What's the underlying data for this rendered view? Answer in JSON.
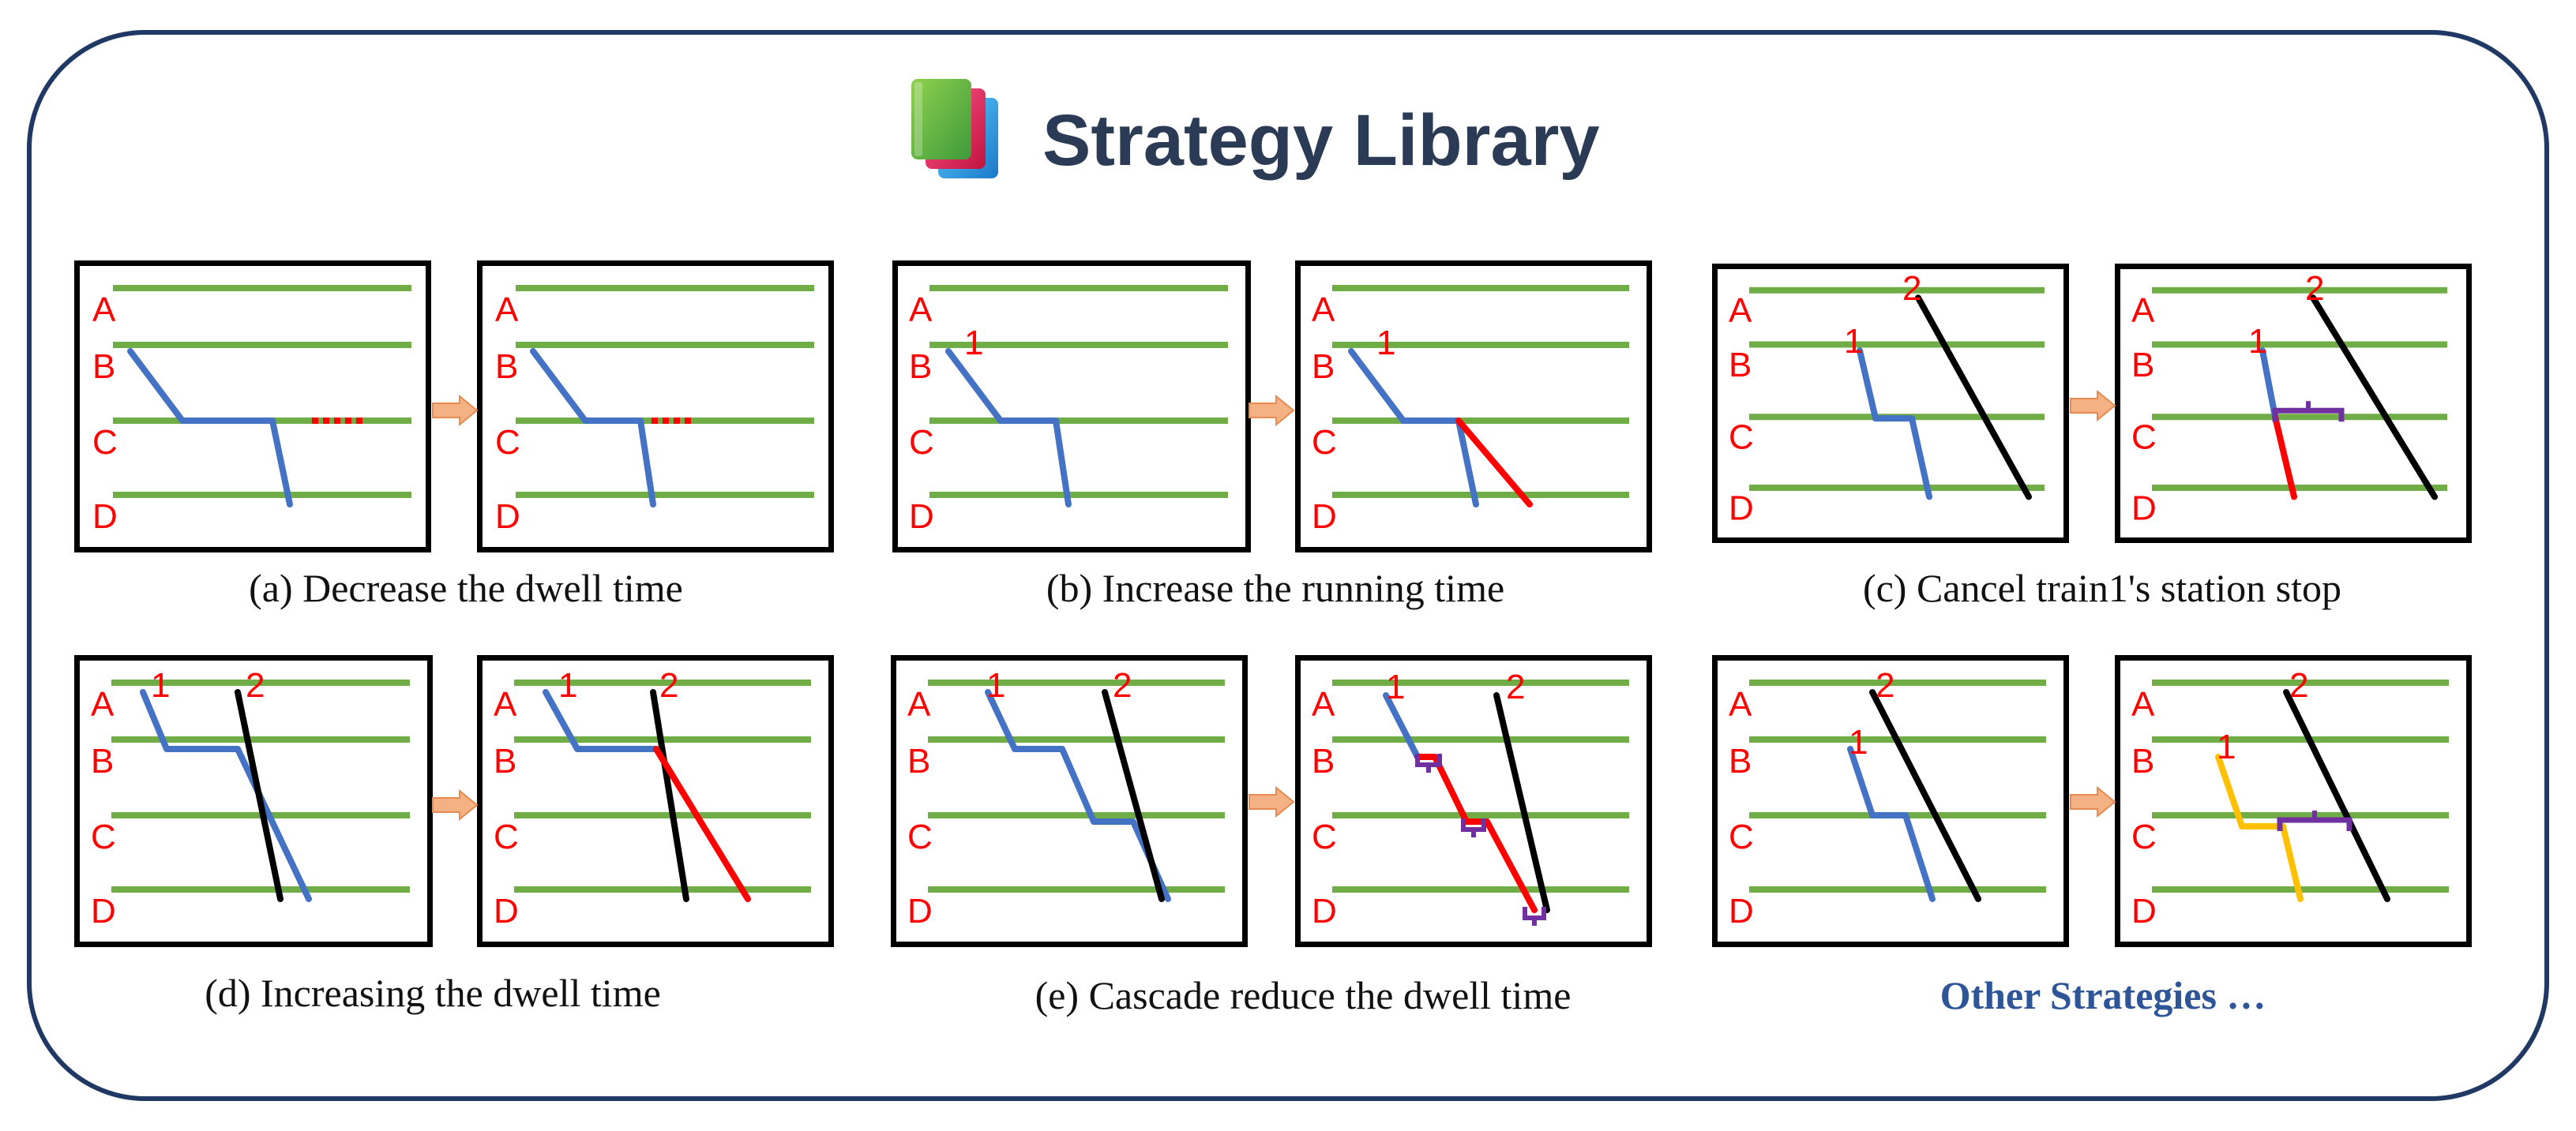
{
  "title": "Strategy Library",
  "title_icon": "stacked-books-icon",
  "colors": {
    "frame": "#1f3864",
    "title": "#2b3a55",
    "track": "#70ad47",
    "train1": "#4472c4",
    "train2": "#000000",
    "adjusted": "#ff0000",
    "alternative": "#ffc000",
    "stop_marker": "#7030a0",
    "label": "#ff0000",
    "arrow": "#f4b183",
    "other_caption": "#2e5597"
  },
  "station_labels": [
    "A",
    "B",
    "C",
    "D"
  ],
  "train_labels": [
    "1",
    "2"
  ],
  "captions": [
    "(a) Decrease the dwell time",
    "(b) Increase the running time",
    "(c) Cancel train1's station stop",
    "(d) Increasing the dwell time",
    "(e) Cascade reduce the dwell time",
    "Other Strategies …"
  ]
}
